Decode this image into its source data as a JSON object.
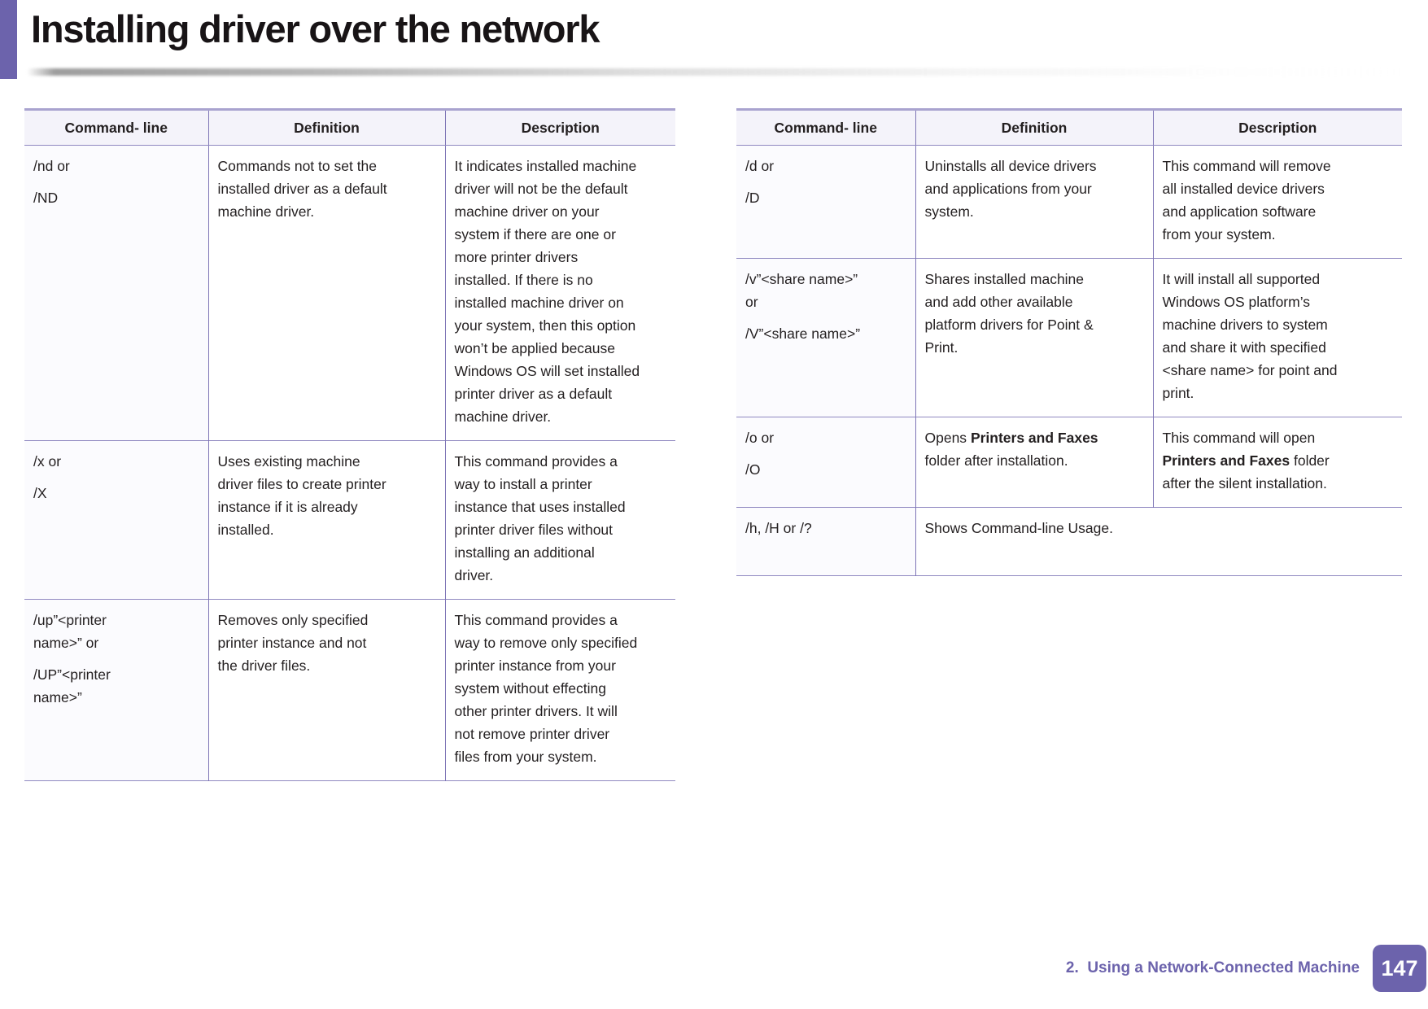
{
  "page": {
    "title": "Installing driver over the network",
    "footer": {
      "section": "2.  Using a Network-Connected Machine",
      "page_number": "147"
    }
  },
  "colors": {
    "accent": "#6c63ac",
    "border-top": "#a9a3cf",
    "border-col": "#7e75b6",
    "border-row": "#9089c1",
    "header-bg": "#f4f3fa",
    "firstcol-bg": "#fbfbfe"
  },
  "tables": [
    {
      "headers": [
        "Command- line",
        "Definition",
        "Description"
      ],
      "rows": [
        {
          "command": [
            "/nd or",
            "/ND"
          ],
          "definition": "Commands not to set the\ninstalled driver as a default\nmachine driver.",
          "description": "It indicates installed machine\ndriver will not be the default\nmachine driver on your\nsystem if there are one or\nmore printer drivers\ninstalled. If there is no\ninstalled machine driver on\nyour system, then this option\nwon’t be applied because\nWindows OS will set installed\nprinter driver as a default\nmachine driver."
        },
        {
          "command": [
            "/x or",
            "/X"
          ],
          "definition": "Uses existing machine\ndriver files to create printer\ninstance if it is already\ninstalled.",
          "description": "This command provides a\nway to install a printer\ninstance that uses installed\nprinter driver files without\ninstalling an additional\ndriver."
        },
        {
          "command": [
            "/up”<printer\nname>” or",
            "/UP”<printer\nname>”"
          ],
          "definition": "Removes only specified\nprinter instance and not\nthe driver files.",
          "description": "This command provides a\nway to remove only specified\nprinter instance from your\nsystem without effecting\nother printer drivers. It will\nnot remove printer driver\nfiles from your system."
        }
      ]
    },
    {
      "headers": [
        "Command- line",
        "Definition",
        "Description"
      ],
      "rows": [
        {
          "command": [
            "/d or",
            "/D"
          ],
          "definition": "Uninstalls all device drivers\nand applications from your\nsystem.",
          "description": "This command will remove\nall installed device drivers\nand application software\nfrom your system."
        },
        {
          "command": [
            "/v”<share name>”\nor",
            "/V”<share name>”"
          ],
          "definition": "Shares installed machine\nand add other available\nplatform drivers for Point &\nPrint.",
          "description": "It will install all supported\nWindows OS platform’s\nmachine drivers to system\nand share it with specified\n<share name> for point and\nprint."
        },
        {
          "command": [
            "/o or",
            "/O"
          ],
          "definition": "Opens **Printers and Faxes**\nfolder after installation.",
          "description": "This command will open\n**Printers and Faxes** folder\nafter the silent installation."
        },
        {
          "command": [
            "/h, /H or /?"
          ],
          "definition": "Shows Command-line Usage.",
          "merged": true,
          "min_height": 84
        }
      ]
    }
  ]
}
